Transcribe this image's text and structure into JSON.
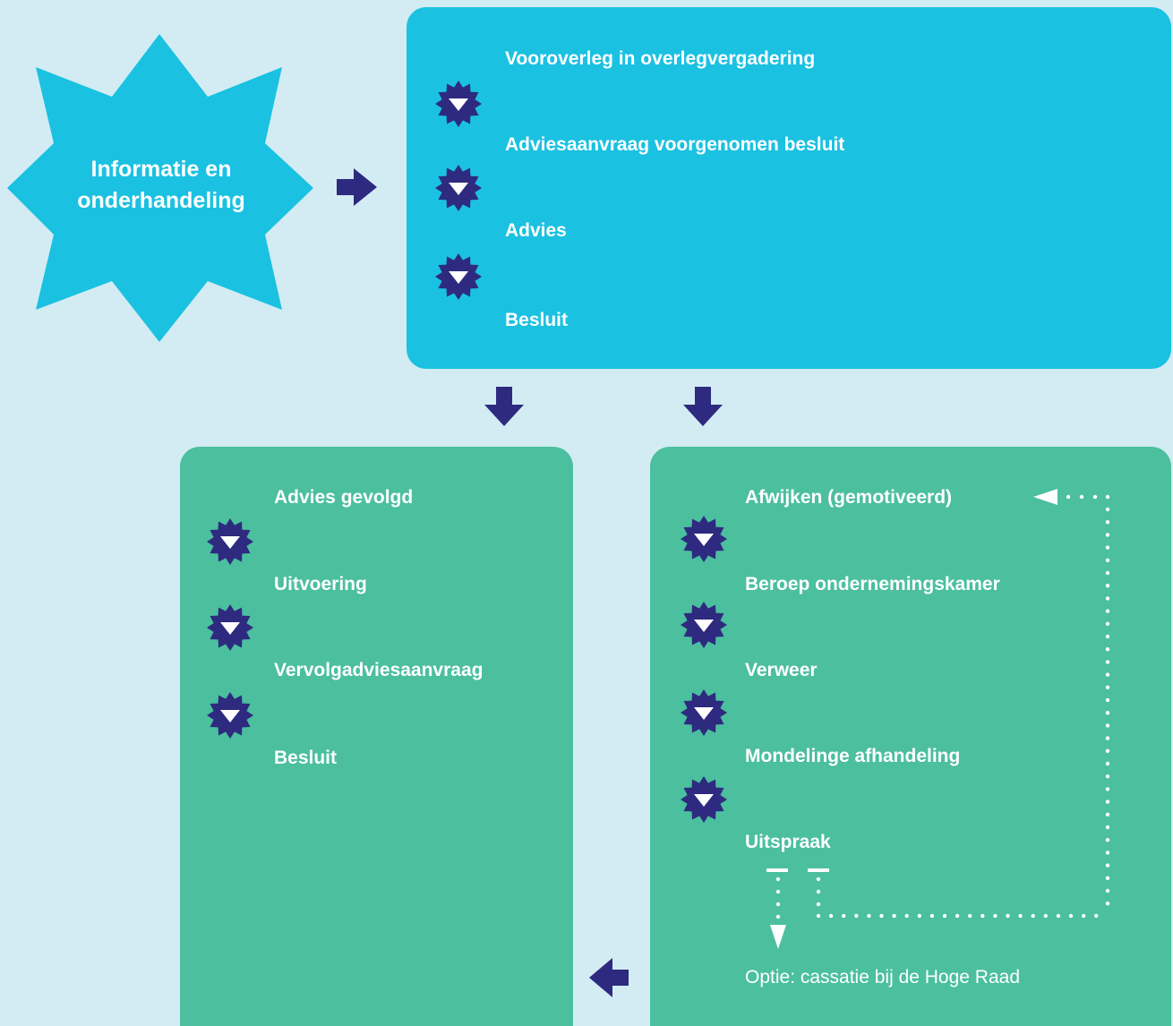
{
  "start": {
    "line1": "Informatie en",
    "line2": "onderhandeling"
  },
  "top_box": {
    "steps": [
      "Vooroverleg in overlegvergadering",
      "Adviesaanvraag voorgenomen besluit",
      "Advies",
      "Besluit"
    ]
  },
  "left_box": {
    "steps": [
      "Advies gevolgd",
      "Uitvoering",
      "Vervolgadviesaanvraag",
      "Besluit"
    ]
  },
  "right_box": {
    "steps": [
      "Afwijken (gemotiveerd)",
      "Beroep ondernemingskamer",
      "Verweer",
      "Mondelinge afhandeling",
      "Uitspraak"
    ],
    "option": "Optie: cassatie bij de Hoge Raad"
  },
  "colors": {
    "background": "#d3ecf3",
    "cyan": "#1bc1e1",
    "green": "#4bbf9e",
    "navy": "#2d2a7f",
    "white": "#ffffff"
  },
  "icons": [
    "star-burst-icon",
    "arrow-right-icon",
    "arrow-down-icon",
    "arrow-left-icon",
    "step-badge-icon"
  ]
}
